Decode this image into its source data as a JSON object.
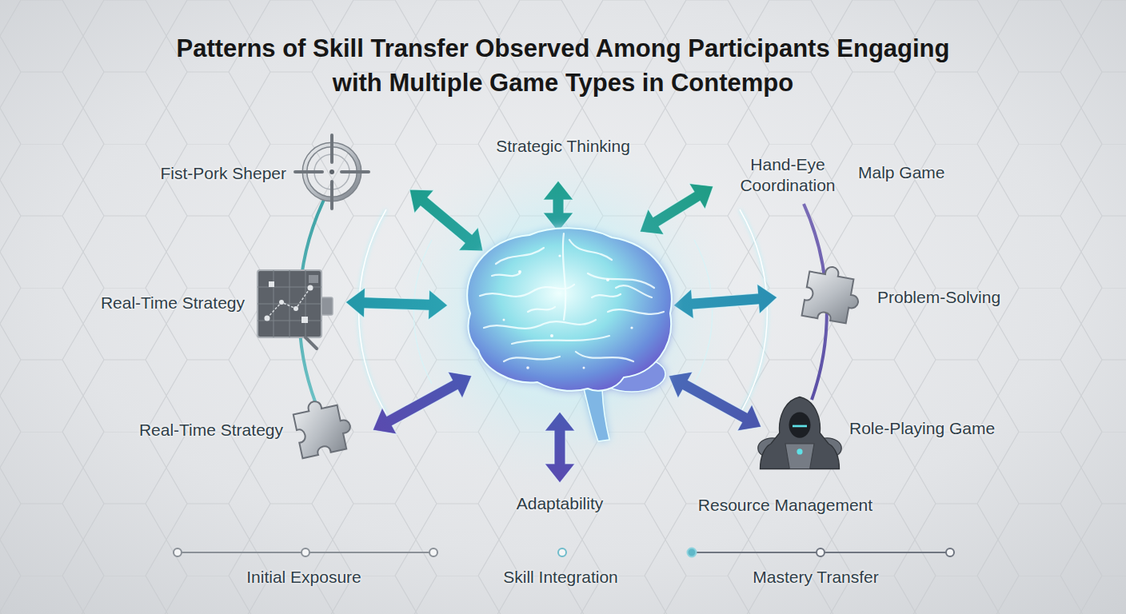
{
  "diagram": {
    "title": "Patterns of Skill Transfer Observed Among Participants Engaging with Multiple Game Types in Contempo",
    "labels": [
      "Fist-Pork Sheper",
      "Strategic Thinking",
      "Hand-Eye Coordination",
      "Malp Game",
      "Real-Time Strategy",
      "Problem-Solving",
      "Real-Time Strategy",
      "Role-Playing Game",
      "Adaptability",
      "Resource Management",
      "Initial Exposure",
      "Skill Integration",
      "Mastery Transfer"
    ]
  }
}
